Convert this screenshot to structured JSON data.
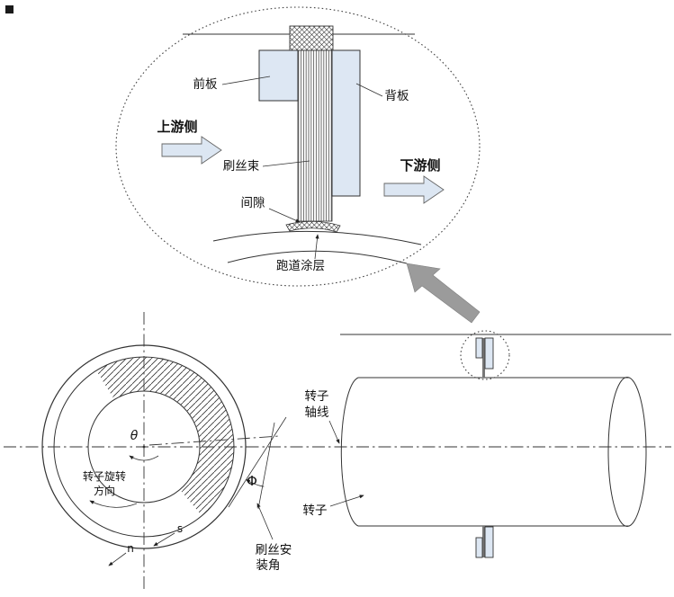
{
  "detail_view": {
    "front_plate": "前板",
    "back_plate": "背板",
    "upstream_side": "上游侧",
    "bristle_pack": "刷丝束",
    "downstream_side": "下游侧",
    "clearance": "间隙",
    "runway_coating": "跑道涂层"
  },
  "front_view": {
    "theta": "θ",
    "rotation_direction_line1": "转子旋转",
    "rotation_direction_line2": "方向",
    "phi": "Φ",
    "axis_s": "s",
    "axis_n": "n",
    "install_angle_line1": "刷丝安",
    "install_angle_line2": "装角"
  },
  "side_view": {
    "rotor_axis_line1": "转子",
    "rotor_axis_line2": "轴线",
    "rotor": "转子"
  },
  "colors": {
    "plate_fill": "#dde7f3",
    "flow_arrow_fill": "#dce6f2",
    "zoom_arrow_fill": "#9b9b9b",
    "line_color": "#333333"
  }
}
